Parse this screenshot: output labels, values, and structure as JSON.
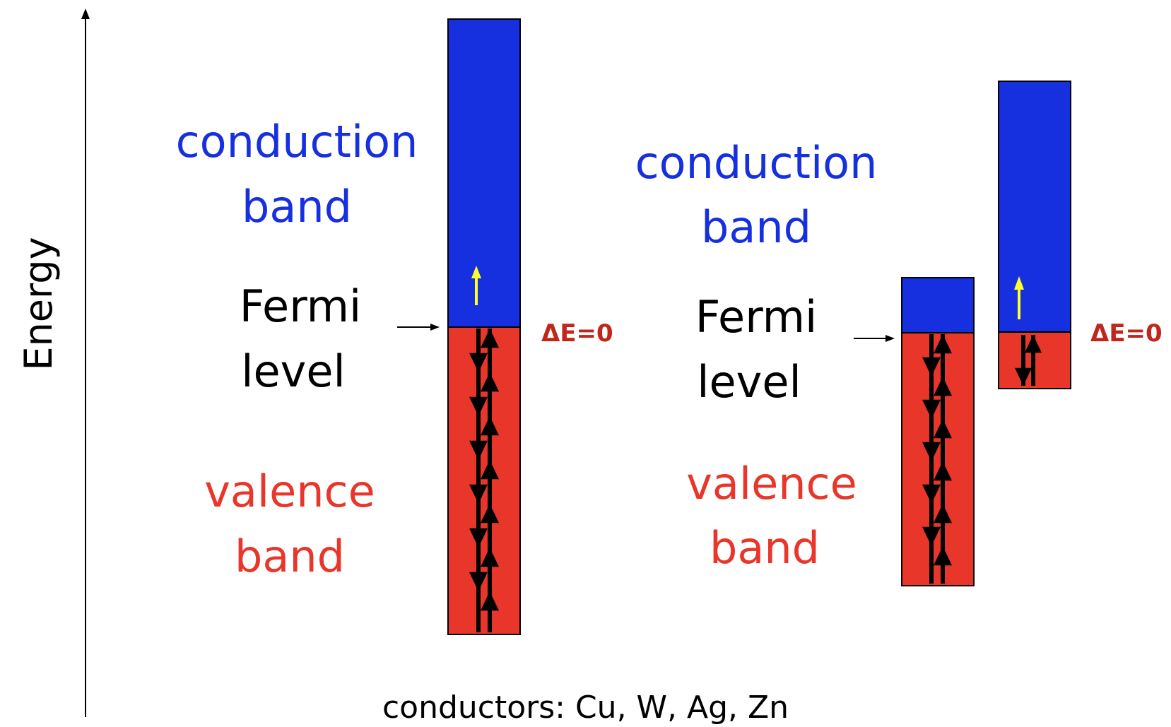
{
  "axis": {
    "label": "Energy"
  },
  "left_diagram": {
    "conduction_label": [
      "conduction",
      "band"
    ],
    "fermi_label": [
      "Fermi",
      "level"
    ],
    "valence_label": [
      "valence",
      "band"
    ],
    "delta_e": "ΔE=0"
  },
  "right_diagram": {
    "conduction_label": [
      "conduction",
      "band"
    ],
    "fermi_label": [
      "Fermi",
      "level"
    ],
    "valence_label": [
      "valence",
      "band"
    ],
    "delta_e": "ΔE=0"
  },
  "caption": "conductors:  Cu, W, Ag, Zn",
  "colors": {
    "conduction_band": "#1630e0",
    "valence_band": "#e8362a",
    "excited_electron_arrow": "#ffff2a",
    "delta_e_text": "#c0261c"
  }
}
